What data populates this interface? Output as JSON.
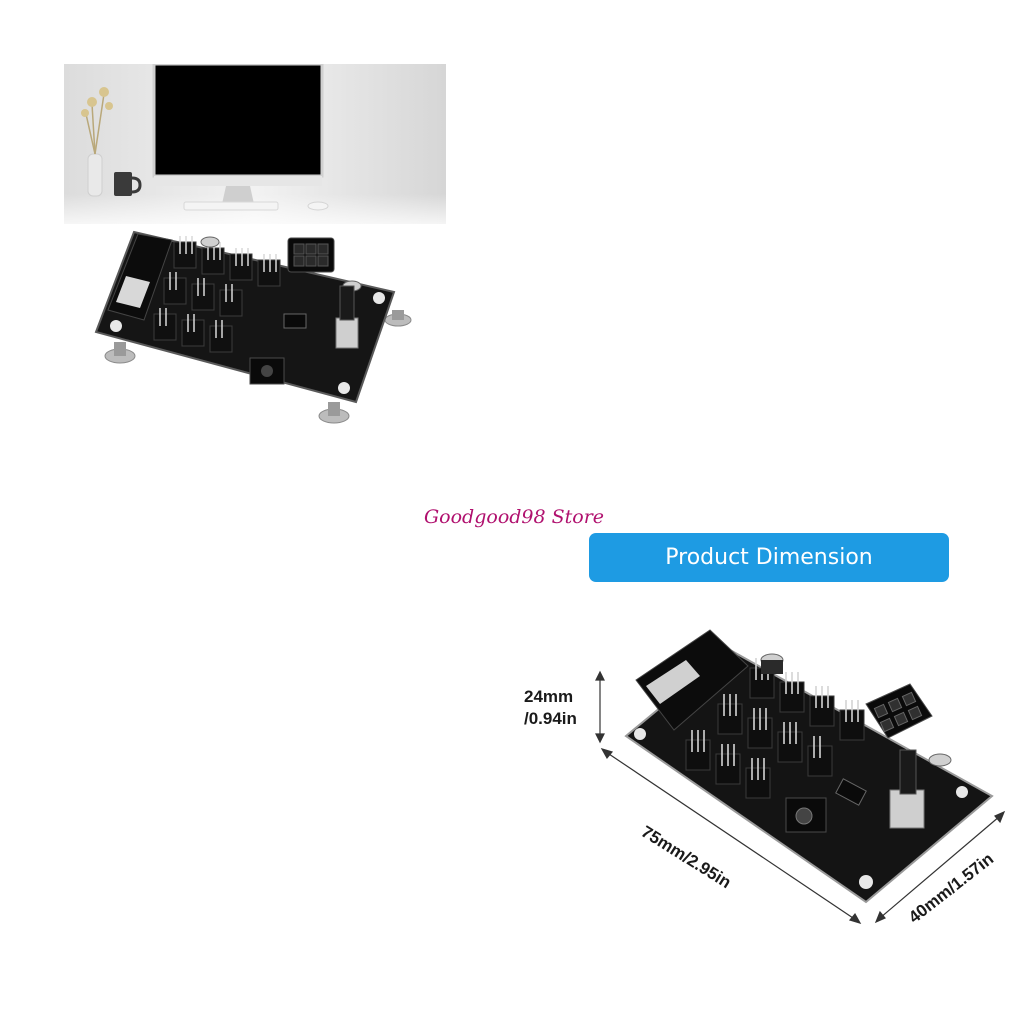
{
  "store": {
    "watermark": "Goodgood98 Store"
  },
  "banner": {
    "title": "Product Dimension"
  },
  "dimensions": {
    "height": "24mm\n/0.94in",
    "height_line1": "24mm",
    "height_line2": "/0.94in",
    "length": "75mm/2.95in",
    "width": "40mm/1.57in"
  },
  "colors": {
    "banner": "#1e9be3",
    "watermark": "#b0106e",
    "pcb": "#151515"
  }
}
